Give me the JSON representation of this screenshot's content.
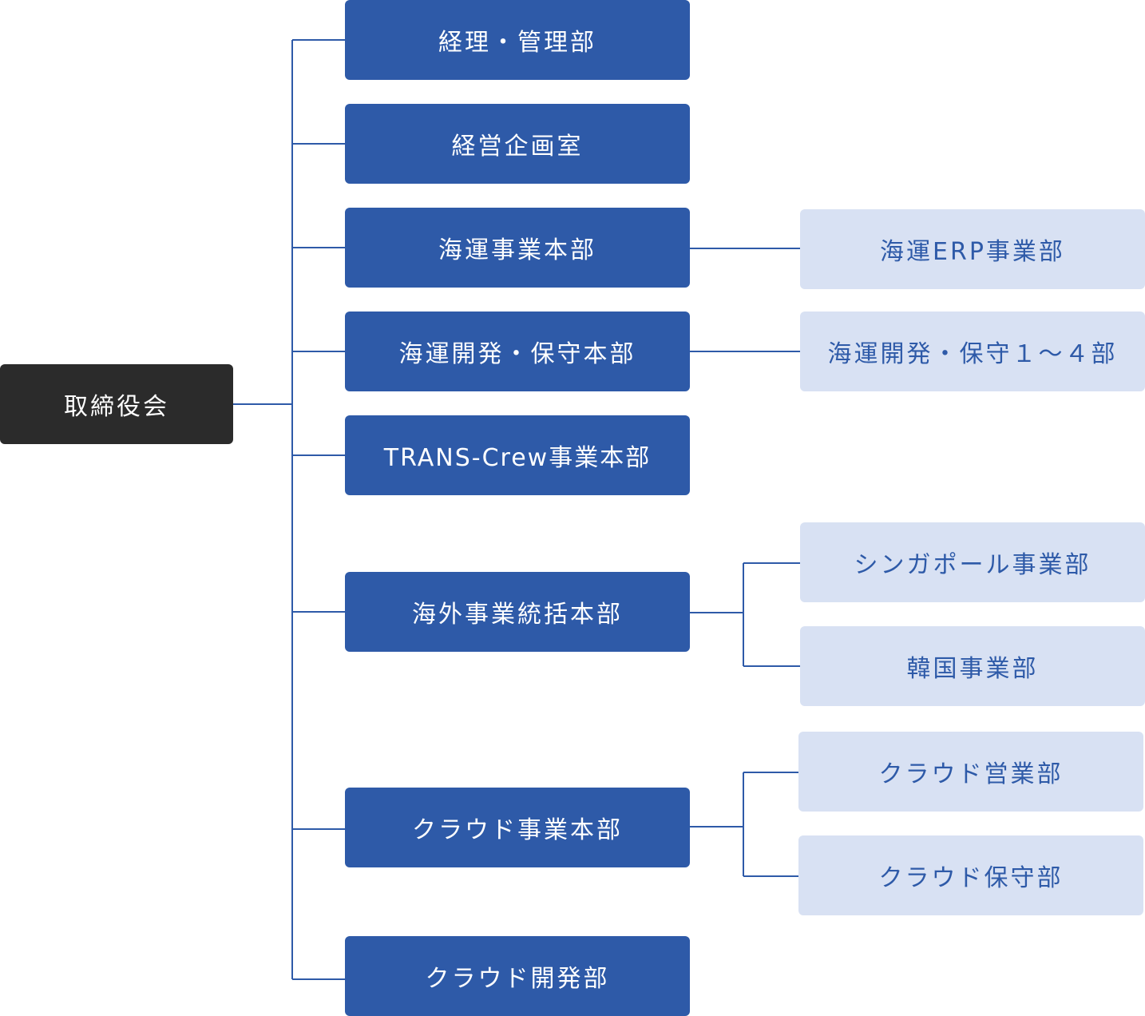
{
  "root": {
    "label": "取締役会"
  },
  "divisions": [
    {
      "label": "経理・管理部"
    },
    {
      "label": "経営企画室"
    },
    {
      "label": "海運事業本部",
      "children": [
        "海運ERP事業部"
      ]
    },
    {
      "label": "海運開発・保守本部",
      "children": [
        "海運開発・保守１～４部"
      ]
    },
    {
      "label": "TRANS-Crew事業本部"
    },
    {
      "label": "海外事業統括本部",
      "children": [
        "シンガポール事業部",
        "韓国事業部"
      ]
    },
    {
      "label": "クラウド事業本部",
      "children": [
        "クラウド営業部",
        "クラウド保守部"
      ]
    },
    {
      "label": "クラウド開発部"
    }
  ],
  "colors": {
    "root_fill": "#2b2b2b",
    "division_fill": "#2e5aa8",
    "department_fill": "#d8e1f3",
    "department_text": "#2e5aa8",
    "connector": "#2e5aa8"
  }
}
